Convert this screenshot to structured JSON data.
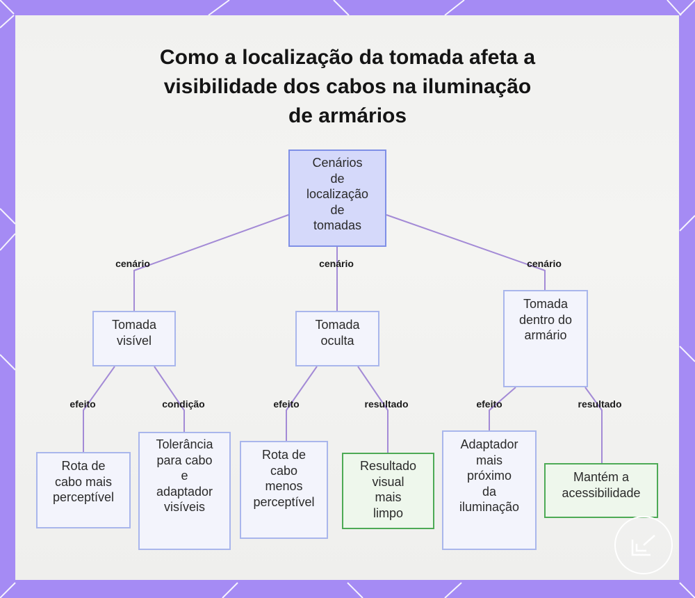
{
  "title_lines": [
    "Como a localização da tomada afeta a",
    "visibilidade dos cabos na iluminação",
    "de armários"
  ],
  "nodes": {
    "root": "Cenários\nde\nlocalização\nde\ntomadas",
    "visible": "Tomada\nvisível",
    "hidden": "Tomada\noculta",
    "inside": "Tomada\ndentro do\narmário",
    "route_more": "Rota de\ncabo mais\nperceptível",
    "tolerance": "Tolerância\npara cabo\ne\nadaptador\nvisíveis",
    "route_less": "Rota de\ncabo\nmenos\nperceptível",
    "clean": "Resultado\nvisual\nmais\nlimpo",
    "adapter": "Adaptador\nmais\npróximo\nda\niluminação",
    "access": "Mantém a\nacessibilidade"
  },
  "edge_labels": {
    "scenario_left": "cenário",
    "scenario_mid": "cenário",
    "scenario_right": "cenário",
    "effect_1": "efeito",
    "condition_1": "condição",
    "effect_2": "efeito",
    "result_2": "resultado",
    "effect_3": "efeito",
    "result_3": "resultado"
  },
  "colors": {
    "frame": "#a58bf4",
    "edge": "#a38ad6",
    "root_fill": "#d5d9fa",
    "node_border": "#a9b6ec",
    "green_border": "#4daa55"
  }
}
